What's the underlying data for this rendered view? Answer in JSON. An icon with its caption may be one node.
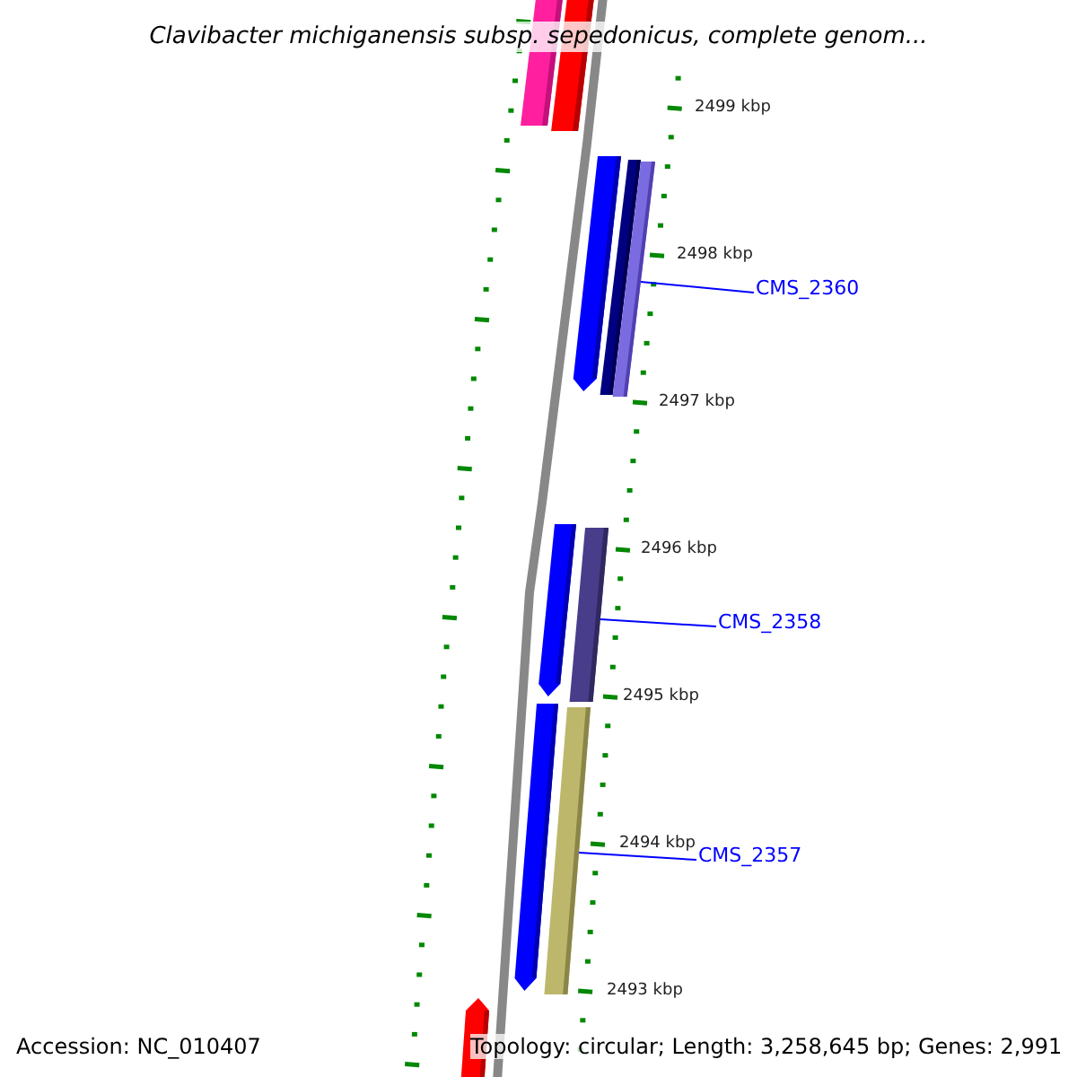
{
  "diagram": {
    "title": "Clavibacter michiganensis subsp. sepedonicus, complete genom...",
    "nodes": [
      {
        "text": [],
        "shape": "bar"
      },
      {
        "text": [],
        "shape": "bar"
      },
      {
        "text": [],
        "shape": "bar"
      },
      {
        "text": [],
        "shape": "bar"
      },
      {
        "text": [],
        "shape": "bar"
      },
      {
        "text": [],
        "shape": "bar"
      },
      {
        "text": [],
        "shape": "bar"
      },
      {
        "text": [],
        "shape": "bar"
      },
      {
        "text": [],
        "shape": "bar"
      },
      {
        "text": [],
        "shape": "bar"
      },
      {
        "text": [
          "CMS_2360"
        ]
      },
      {
        "text": [
          "CMS_2358"
        ]
      },
      {
        "text": [
          "CMS_2357"
        ]
      }
    ],
    "edges": [
      {
        "from": 10,
        "to": 4,
        "arrow": "none"
      },
      {
        "from": 11,
        "to": 6,
        "arrow": "none"
      },
      {
        "from": 12,
        "to": 8,
        "arrow": "none"
      }
    ],
    "labels": [
      "2499 kbp",
      "2498 kbp",
      "2497 kbp",
      "2496 kbp",
      "2495 kbp",
      "2494 kbp",
      "2493 kbp",
      "Accession: NC_010407",
      "Topology: circular; Length: 3,258,645 bp; Genes: 2,991"
    ]
  }
}
